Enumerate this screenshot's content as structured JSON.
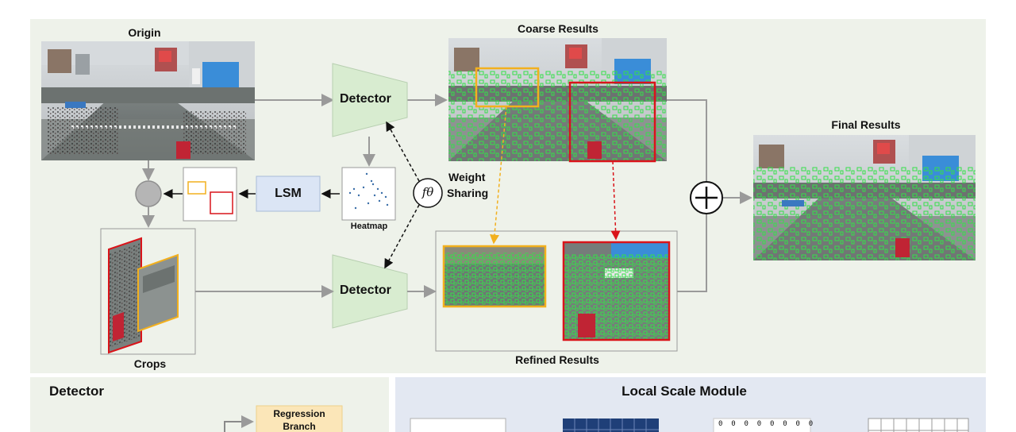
{
  "top": {
    "origin_label": "Origin",
    "coarse_label": "Coarse Results",
    "final_label": "Final Results",
    "refined_label": "Refined Results",
    "crops_label": "Crops",
    "heatmap_label": "Heatmap",
    "detector_top_label": "Detector",
    "detector_bottom_label": "Detector",
    "lsm_label": "LSM",
    "f_theta_label": "fθ",
    "weight_sharing_line1": "Weight",
    "weight_sharing_line2": "Sharing"
  },
  "detector_panel": {
    "title": "Detector",
    "regression_line1": "Regression",
    "regression_line2": "Branch"
  },
  "lsm_panel": {
    "title": "Local Scale Module",
    "zeros_row": "0  0  0  0  0  0  0  0"
  },
  "colors": {
    "panel_green": "#eef2ea",
    "panel_blue": "#e3e8f2",
    "detector_fill": "#d8ecd0",
    "lsm_fill": "#dbe5f5",
    "crop_yellow": "#f2b01e",
    "crop_red": "#d9141a",
    "detection_green": "#35e04a"
  }
}
